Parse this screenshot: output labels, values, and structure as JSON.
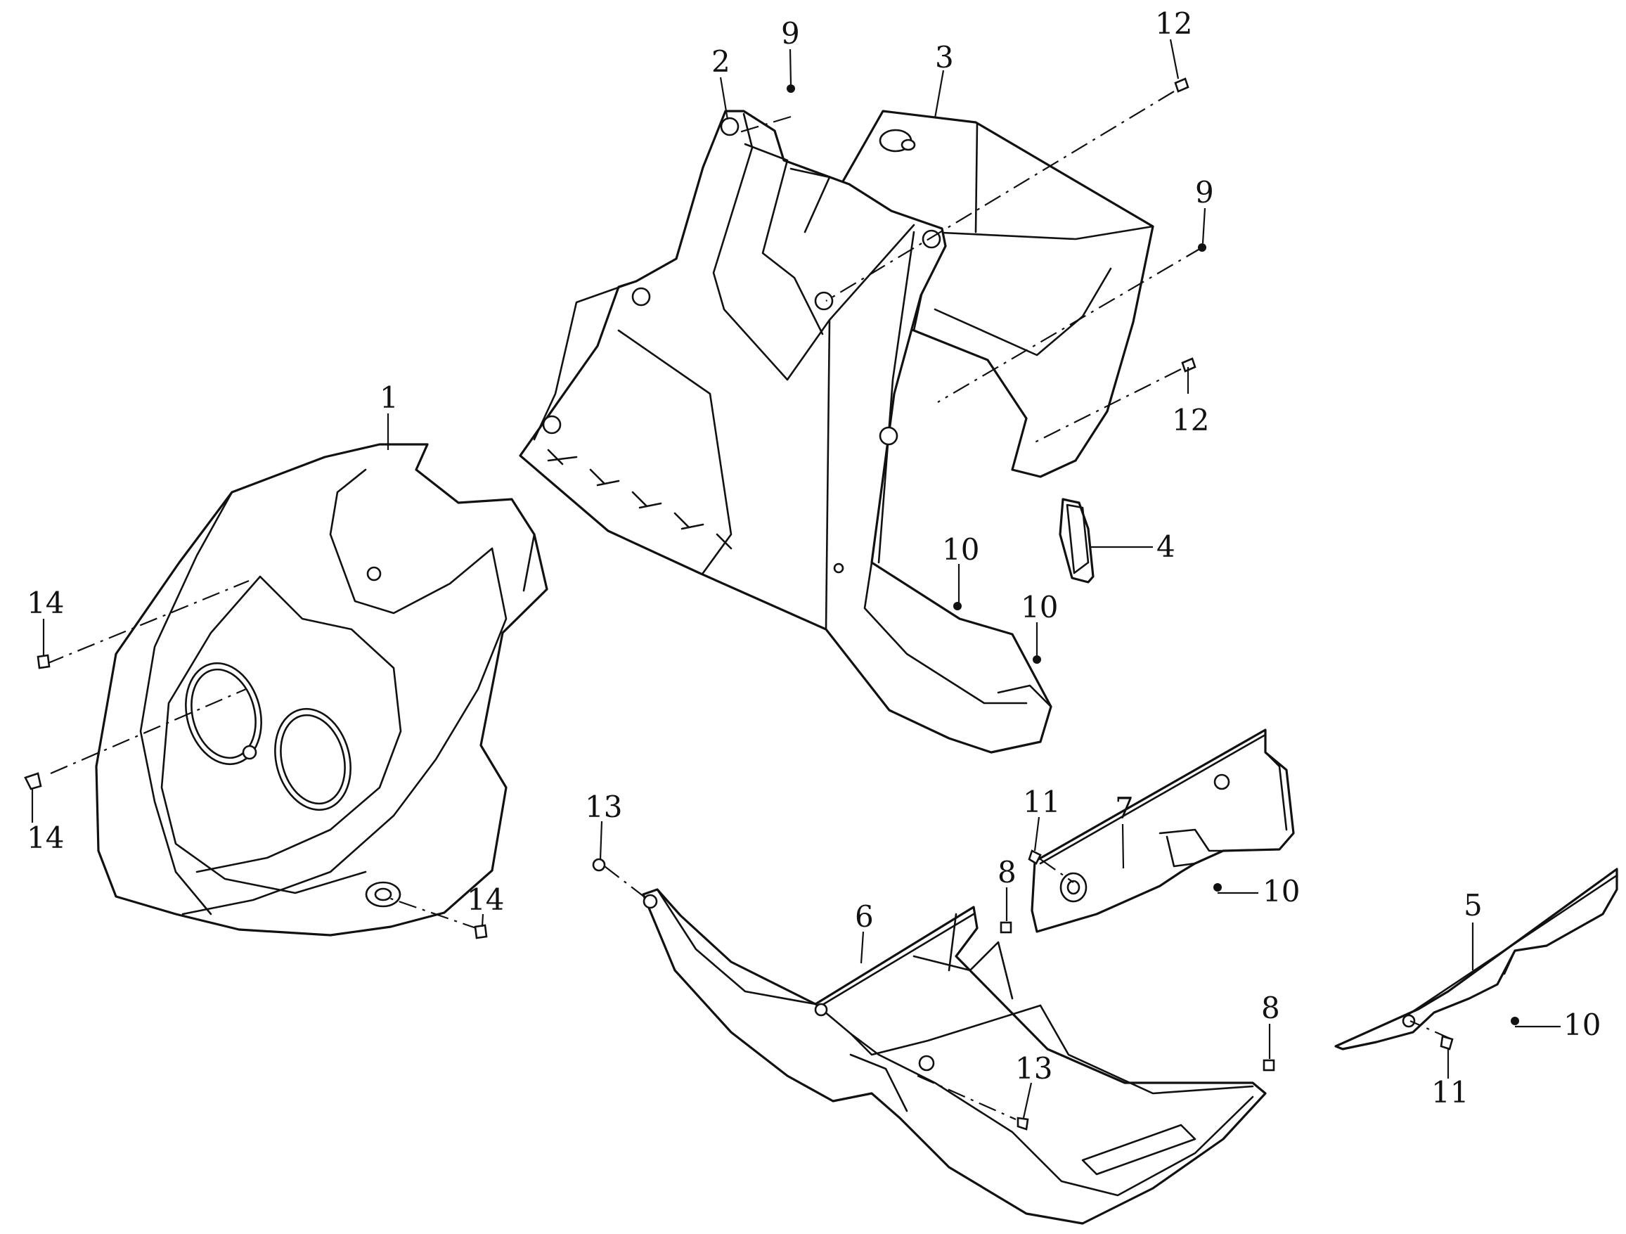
{
  "callouts": {
    "c1": "1",
    "c2": "2",
    "c3": "3",
    "c4": "4",
    "c5": "5",
    "c6": "6",
    "c7": "7",
    "c8a": "8",
    "c8b": "8",
    "c9a": "9",
    "c9b": "9",
    "c10a": "10",
    "c10b": "10",
    "c10c": "10",
    "c10d": "10",
    "c11a": "11",
    "c11b": "11",
    "c12a": "12",
    "c12b": "12",
    "c13a": "13",
    "c13b": "13",
    "c14a": "14",
    "c14b": "14",
    "c14c": "14"
  },
  "colors": {
    "line": "#111111",
    "background": "#ffffff"
  }
}
